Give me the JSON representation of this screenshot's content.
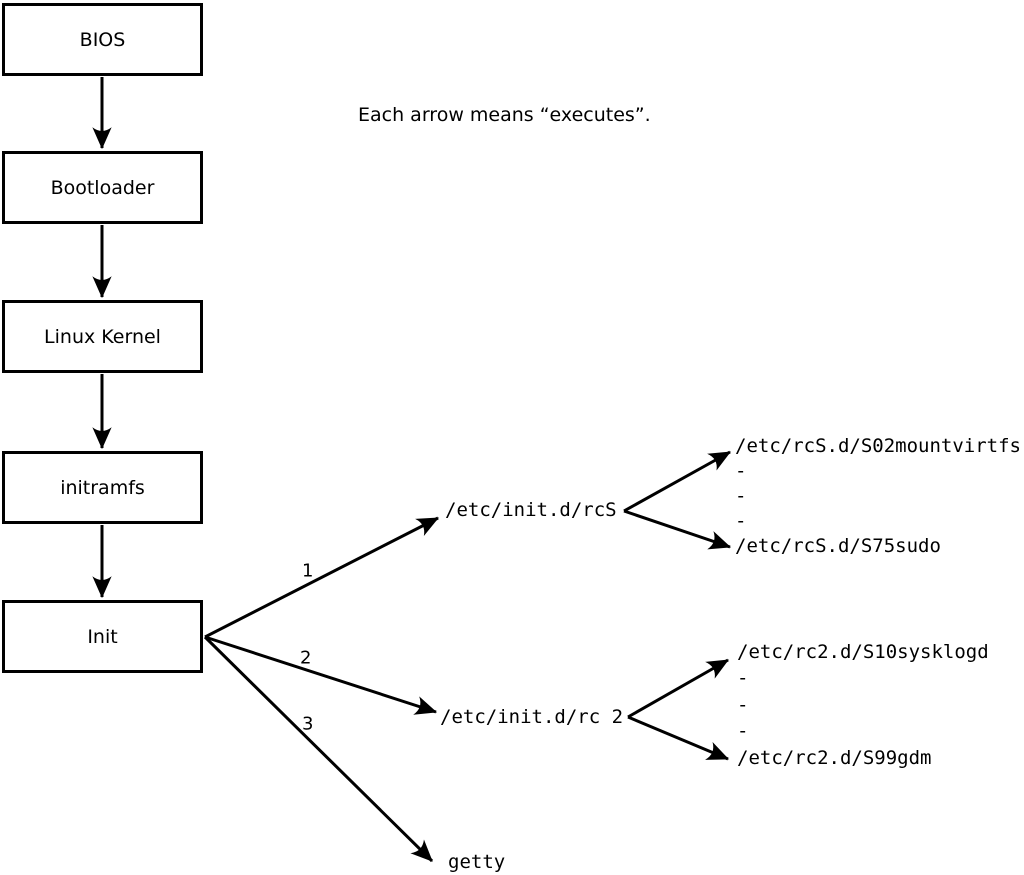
{
  "caption": {
    "text": "Each arrow means “executes”."
  },
  "boxes": [
    {
      "label": "BIOS"
    },
    {
      "label": "Bootloader"
    },
    {
      "label": "Linux Kernel"
    },
    {
      "label": "initramfs"
    },
    {
      "label": "Init"
    }
  ],
  "branches": [
    {
      "number": "1",
      "target": "/etc/init.d/rcS"
    },
    {
      "number": "2",
      "target": "/etc/init.d/rc 2"
    },
    {
      "number": "3",
      "target": "getty"
    }
  ],
  "script_groups": [
    {
      "rows": [
        "/etc/rcS.d/S02mountvirtfs",
        "-",
        "-",
        "-",
        "/etc/rcS.d/S75sudo"
      ]
    },
    {
      "rows": [
        "/etc/rc2.d/S10sysklogd",
        "-",
        "-",
        "-",
        "/etc/rc2.d/S99gdm"
      ]
    }
  ],
  "colors": {
    "foreground": "#000000",
    "background": "#ffffff"
  }
}
